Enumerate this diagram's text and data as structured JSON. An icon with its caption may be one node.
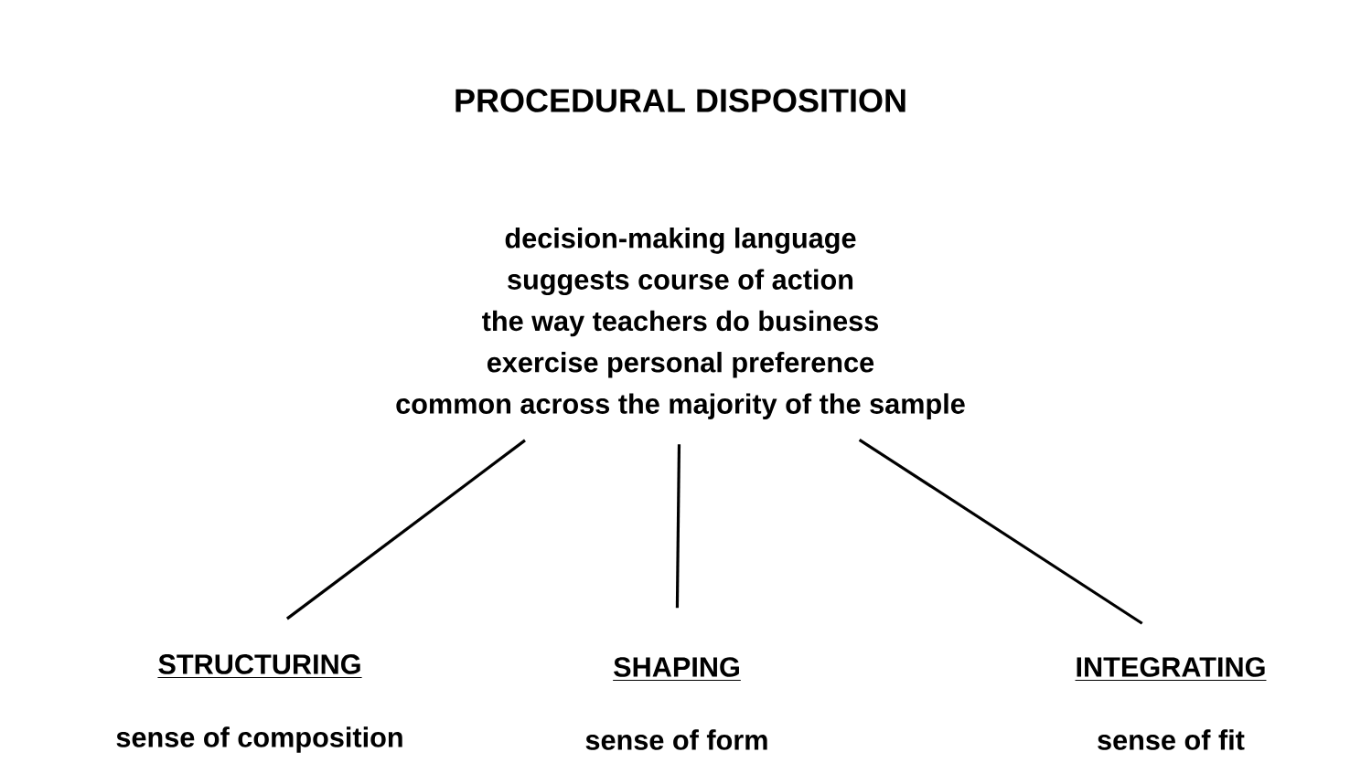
{
  "diagram": {
    "title": "PROCEDURAL DISPOSITION",
    "nodes": [
      {
        "text": [
          "decision-making language",
          "suggests course of action",
          "the way teachers do business",
          "exercise personal preference",
          "common across the majority of the sample"
        ]
      },
      {
        "text": [
          "STRUCTURING",
          "sense of composition"
        ]
      },
      {
        "text": [
          "SHAPING",
          "sense of form"
        ]
      },
      {
        "text": [
          "INTEGRATING",
          "sense of fit"
        ]
      }
    ],
    "edges": [
      {
        "from": 0,
        "to": 1,
        "arrow": "none"
      },
      {
        "from": 0,
        "to": 2,
        "arrow": "none"
      },
      {
        "from": 0,
        "to": 3,
        "arrow": "none"
      }
    ]
  }
}
